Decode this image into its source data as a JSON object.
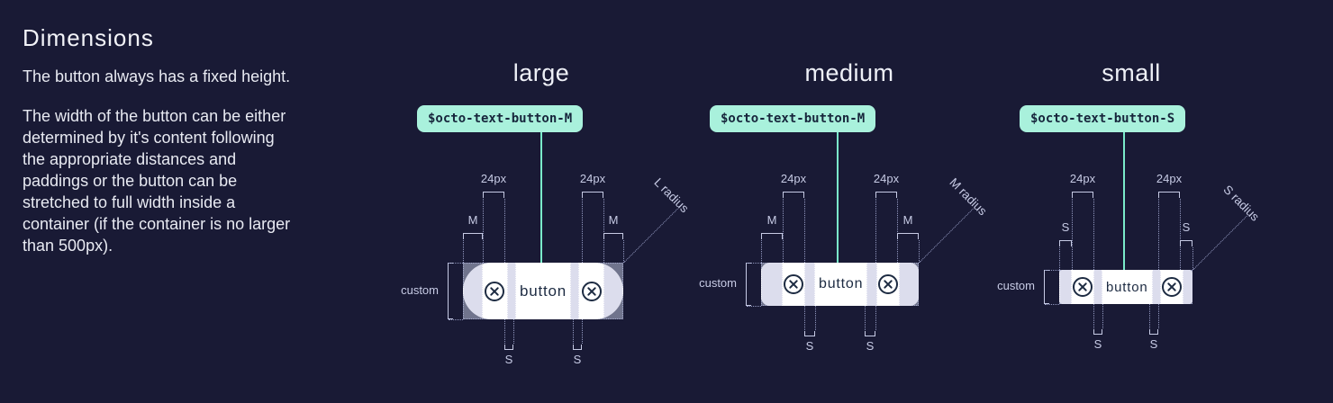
{
  "page": {
    "background": "#191a35"
  },
  "colors": {
    "accent_mint": "#a9f1dc",
    "connector_teal": "#7aeaca",
    "button_white": "#ffffff",
    "spacing_stripe": "#dcdded",
    "label_muted": "#c7cbe5",
    "dark_navy_text": "#17263c"
  },
  "intro": {
    "title": "Dimensions",
    "paragraph1": "The button always has a fixed height.",
    "paragraph2": "The width of the button can be either\ndetermined by it's content following\nthe appropriate distances and\npaddings or the button can be\nstretched to full width inside a\ncontainer (if the container is no larger\nthan 500px)."
  },
  "diagrams": [
    {
      "id": "large",
      "title": "large",
      "token": "$octo-text-button-M",
      "icon_size_label": "24px",
      "pad_label": "M",
      "gap_label": "S",
      "height_label": "custom",
      "radius_label": "L radius",
      "button_label": "button",
      "icon": "close-circle-icon"
    },
    {
      "id": "medium",
      "title": "medium",
      "token": "$octo-text-button-M",
      "icon_size_label": "24px",
      "pad_label": "M",
      "gap_label": "S",
      "height_label": "custom",
      "radius_label": "M radius",
      "button_label": "button",
      "icon": "close-circle-icon"
    },
    {
      "id": "small",
      "title": "small",
      "token": "$octo-text-button-S",
      "icon_size_label": "24px",
      "pad_label": "S",
      "gap_label": "S",
      "height_label": "custom",
      "radius_label": "S radius",
      "button_label": "button",
      "icon": "close-circle-icon"
    }
  ]
}
